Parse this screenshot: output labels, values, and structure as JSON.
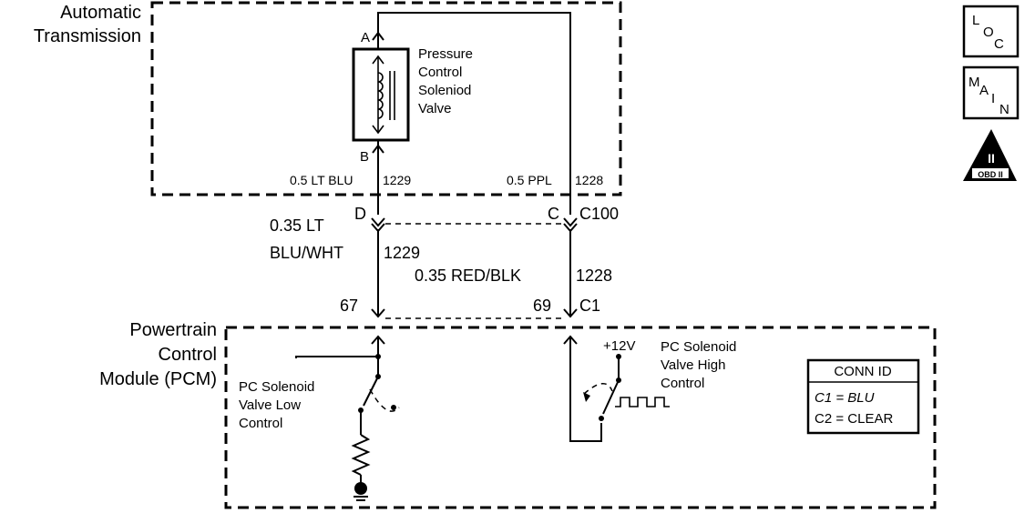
{
  "transmission": {
    "line1": "Automatic",
    "line2": "Transmission"
  },
  "solenoid": {
    "line1": "Pressure",
    "line2": "Control",
    "line3": "Soleniod",
    "line4": "Valve",
    "pin_a": "A",
    "pin_b": "B"
  },
  "wires": {
    "left_upper": "0.5 LT BLU",
    "left_upper_circuit": "1229",
    "right_upper": "0.5 PPL",
    "right_upper_circuit": "1228",
    "left_lower_1": "0.35 LT",
    "left_lower_2": "BLU/WHT",
    "left_lower_circuit": "1229",
    "right_lower": "0.35 RED/BLK",
    "right_lower_circuit": "1228"
  },
  "connectors": {
    "c100_pin_left": "D",
    "c100_pin_right": "C",
    "c100_name": "C100",
    "c1_pin_left": "67",
    "c1_pin_right": "69",
    "c1_name": "C1"
  },
  "pcm": {
    "line1": "Powertrain",
    "line2": "Control",
    "line3": "Module (PCM)",
    "low_1": "PC Solenoid",
    "low_2": "Valve Low",
    "low_3": "Control",
    "high_1": "PC Solenoid",
    "high_2": "Valve High",
    "high_3": "Control",
    "voltage": "+12V"
  },
  "conn_id": {
    "title": "CONN ID",
    "c1": "C1 = BLU",
    "c2": "C2 = CLEAR"
  },
  "badges": {
    "loc_1": "L",
    "loc_2": "O",
    "loc_3": "C",
    "main_1": "M",
    "main_2": "A",
    "main_3": "I",
    "main_4": "N",
    "obd_1": "II",
    "obd_2": "OBD II"
  }
}
